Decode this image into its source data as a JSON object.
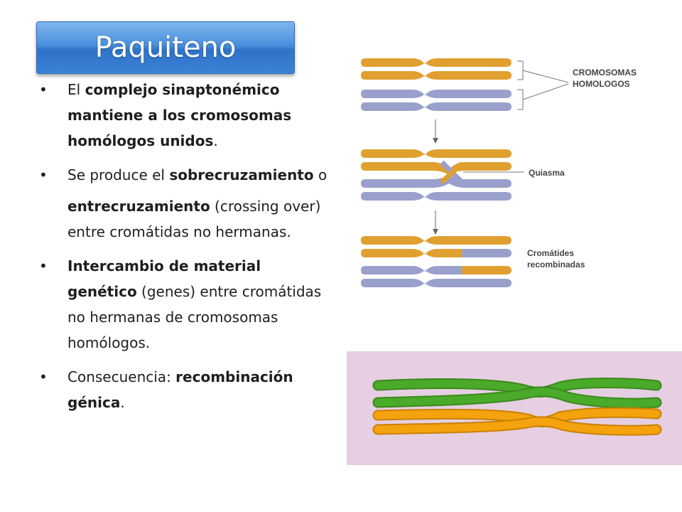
{
  "slide": {
    "title": "Paquiteno"
  },
  "bullets": [
    {
      "parts": [
        {
          "t": "El ",
          "b": false
        },
        {
          "t": "complejo sinaptonémico mantiene a los cromosomas homólogos unidos",
          "b": true
        },
        {
          "t": ".",
          "b": false
        }
      ]
    },
    {
      "parts": [
        {
          "t": "Se produce el ",
          "b": false
        },
        {
          "t": "sobrecruzamiento",
          "b": true
        },
        {
          "t": " o",
          "b": false
        }
      ]
    },
    {
      "cont": true,
      "parts": [
        {
          "t": "entrecruzamiento",
          "b": true
        },
        {
          "t": " (crossing over) entre cromátidas no hermanas.",
          "b": false
        }
      ]
    },
    {
      "parts": [
        {
          "t": "Intercambio de material genético",
          "b": true
        },
        {
          "t": " (genes) entre cromátidas  no hermanas de cromosomas homólogos.",
          "b": false
        }
      ]
    },
    {
      "parts": [
        {
          "t": "Consecuencia: ",
          "b": false
        },
        {
          "t": "recombinación génica",
          "b": true
        },
        {
          "t": ".",
          "b": false
        }
      ]
    }
  ],
  "diagram": {
    "label_homologs_line1": "CROMOSOMAS",
    "label_homologs_line2": "HOMOLOGOS",
    "label_chiasma": "Quiasma",
    "label_recombined_line1": "Cromátides",
    "label_recombined_line2": "recombinadas",
    "colors": {
      "orange": "#e0a030",
      "blue": "#9aa0cc",
      "green": "#4aaa2a",
      "bright_orange": "#f5a20f",
      "pink": "#e6cfe2"
    }
  }
}
